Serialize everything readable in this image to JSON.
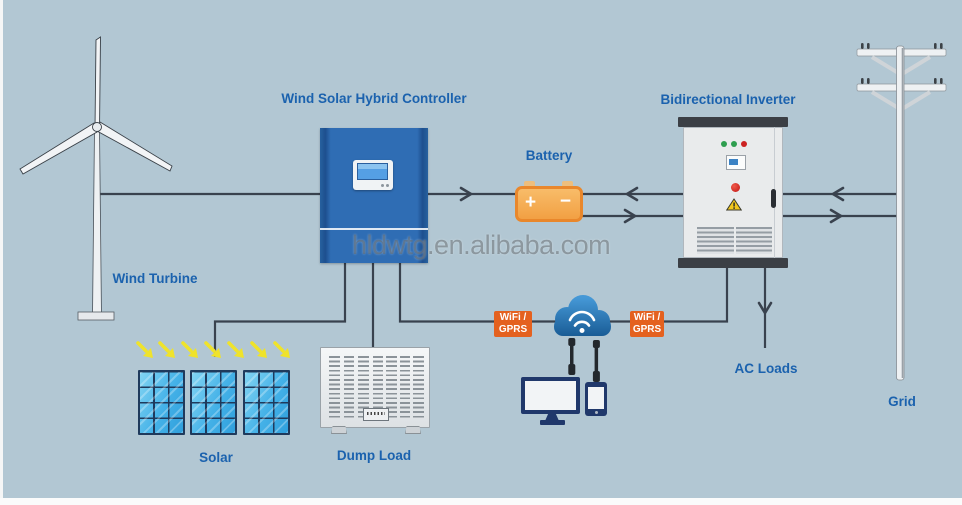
{
  "watermark": "hldwtg.en.alibaba.com",
  "labels": {
    "controller": "Wind Solar Hybrid Controller",
    "inverter": "Bidirectional Inverter",
    "battery": "Battery",
    "wind_turbine": "Wind Turbine",
    "solar": "Solar",
    "dump_load": "Dump Load",
    "ac_loads": "AC Loads",
    "grid": "Grid"
  },
  "wifi_badge": {
    "line1": "WiFi /",
    "line2": "GPRS"
  },
  "battery": {
    "plus_terminal": "+",
    "minus_terminal": "−"
  },
  "icons": {
    "wind_turbine": "wind-turbine-icon",
    "utility_pole": "utility-pole-icon",
    "cloud": "cloud-wifi-icon",
    "monitor": "monitor-icon",
    "smartphone": "smartphone-icon",
    "sun_rays": "sun-rays-icon",
    "warning": "warning-triangle-icon"
  },
  "colors": {
    "background": "#b2c7d3",
    "label_blue": "#1b62ae",
    "wire": "#39424e",
    "controller_blue": "#2f6db4",
    "battery_orange": "#f2a043",
    "badge_orange": "#e4611f",
    "cloud_blue": "#2a74b8",
    "solar_panel_blue": "#45b2e8",
    "sun_ray_yellow": "#efe32b",
    "cabinet_gray": "#e9ebec"
  },
  "connections": [
    {
      "from": "wind-turbine",
      "to": "controller",
      "arrow": "none"
    },
    {
      "from": "controller",
      "to": "battery",
      "arrow": "into-battery"
    },
    {
      "from": "inverter",
      "to": "battery",
      "arrow": "into-battery"
    },
    {
      "from": "battery",
      "to": "inverter",
      "arrow": "into-inverter"
    },
    {
      "from": "grid",
      "to": "inverter",
      "arrow": "into-inverter"
    },
    {
      "from": "inverter",
      "to": "grid",
      "arrow": "into-grid"
    },
    {
      "from": "controller",
      "to": "solar-panels",
      "arrow": "none"
    },
    {
      "from": "controller",
      "to": "dump-load",
      "arrow": "none"
    },
    {
      "from": "controller",
      "to": "inverter",
      "via": [
        "wifi-gprs",
        "cloud",
        "wifi-gprs"
      ],
      "arrow": "none"
    },
    {
      "from": "inverter",
      "to": "ac-loads",
      "arrow": "down"
    }
  ]
}
